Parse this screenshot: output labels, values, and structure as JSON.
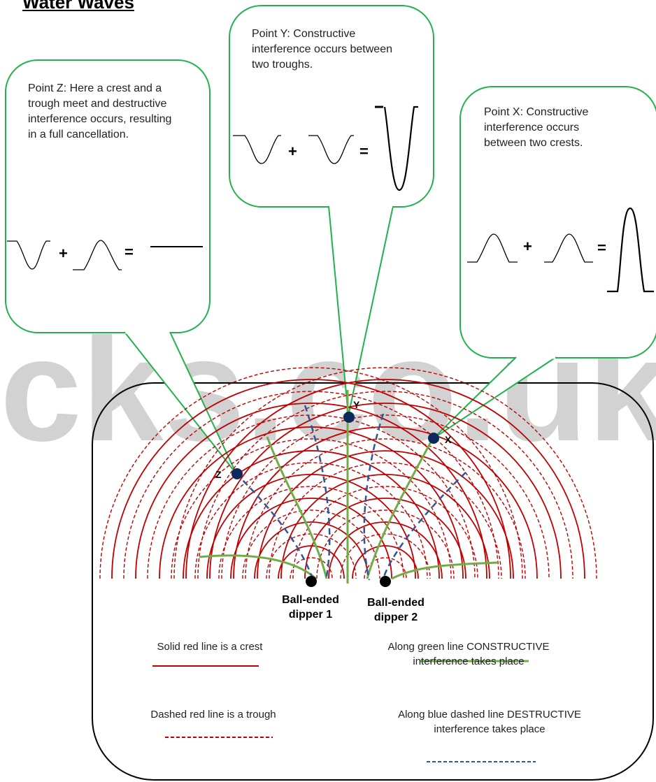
{
  "title": "Water Waves",
  "callouts": {
    "z": {
      "text": "Point Z: Here a crest and a trough meet and destructive interference occurs, resulting in a full cancellation.",
      "plus": "+",
      "equals": "="
    },
    "y": {
      "text": "Point Y: Constructive interference occurs between two troughs.",
      "plus": "+",
      "equals": "="
    },
    "x": {
      "text": "Point X: Constructive interference occurs between two crests.",
      "plus": "+",
      "equals": "="
    }
  },
  "points": {
    "x": "X",
    "y": "Y",
    "z": "Z"
  },
  "dippers": {
    "one": "Ball-ended dipper 1",
    "two": "Ball-ended dipper 2"
  },
  "legend": {
    "crest": "Solid red line is a crest",
    "trough": "Dashed red line is a trough",
    "constructive": "Along green line CONSTRUCTIVE interference takes place",
    "destructive": "Along blue dashed line DESTRUCTIVE interference takes place"
  },
  "watermark": "cks.co.uk",
  "colors": {
    "crest": "#c00000",
    "trough": "#c00000",
    "constructive": "#70ad47",
    "destructive": "#2f5597",
    "bubble_border": "#22b14c",
    "point_fill": "#0b2a5b",
    "watermark": "#d2d2d2"
  }
}
